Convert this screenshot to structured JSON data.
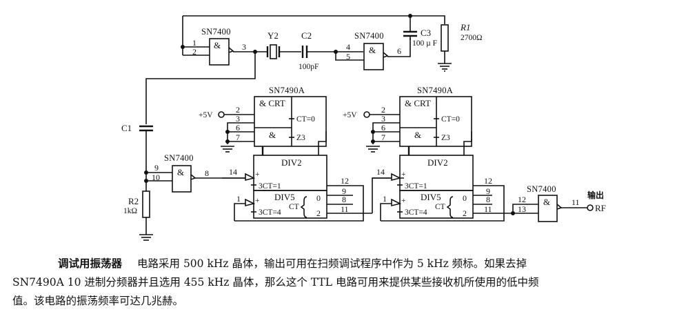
{
  "diagram": {
    "components": {
      "gate_u1": {
        "chip": "SN7400",
        "symbol": "&",
        "pins": [
          "1",
          "2",
          "3"
        ]
      },
      "crystal": {
        "ref": "Y2"
      },
      "c2": {
        "ref": "C2",
        "value": "100pF"
      },
      "gate_u2": {
        "chip": "SN7400",
        "symbol": "&",
        "pins": [
          "4",
          "5",
          "6"
        ]
      },
      "c3": {
        "ref": "C3",
        "value": "100 µ F"
      },
      "r1": {
        "ref": "R1",
        "value": "2700Ω"
      },
      "c1": {
        "ref": "C1"
      },
      "r2": {
        "ref": "R2",
        "value": "1kΩ"
      },
      "gate_u3": {
        "chip": "SN7400",
        "symbol": "&",
        "pins": [
          "9",
          "10",
          "8"
        ]
      },
      "counter1": {
        "chip": "SN7490A",
        "crt_label": "& CRT",
        "and_label": "&",
        "ct0_label": "CT=0",
        "z3_label": "Z3",
        "div2_label": "DIV2",
        "div5_label": "DIV5",
        "ct1_label": "3CT=1",
        "ct4_label": "3CT=4",
        "ct_label": "CT",
        "out0": "0",
        "out2": "2",
        "vcc_label": "+5V",
        "pins": [
          "2",
          "3",
          "6",
          "7",
          "14",
          "1",
          "12",
          "9",
          "8",
          "11"
        ]
      },
      "counter2": {
        "chip": "SN7490A",
        "crt_label": "& CRT",
        "and_label": "&",
        "ct0_label": "CT=0",
        "z3_label": "Z3",
        "div2_label": "DIV2",
        "div5_label": "DIV5",
        "ct1_label": "3CT=1",
        "ct4_label": "3CT=4",
        "ct_label": "CT",
        "out0": "0",
        "out2": "2",
        "vcc_label": "+5V",
        "pins": [
          "2",
          "3",
          "6",
          "7",
          "14",
          "1",
          "12",
          "9",
          "8",
          "11"
        ]
      },
      "gate_u4": {
        "chip": "SN7400",
        "symbol": "&",
        "pins": [
          "12",
          "13",
          "11"
        ]
      },
      "output": {
        "label_cn": "输出",
        "label": "RF"
      }
    }
  },
  "caption": {
    "title": "调试用振荡器",
    "line1": "电路采用 500 kHz 晶体，输出可用在扫频调试程序中作为 5 kHz 频标。如果去掉",
    "line2": "SN7490A 10 进制分频器并且选用 455 kHz 晶体，那么这个 TTL 电路可用来提供某些接收机所使用的低中频",
    "line3": "值。该电路的振荡频率可达几兆赫。"
  }
}
